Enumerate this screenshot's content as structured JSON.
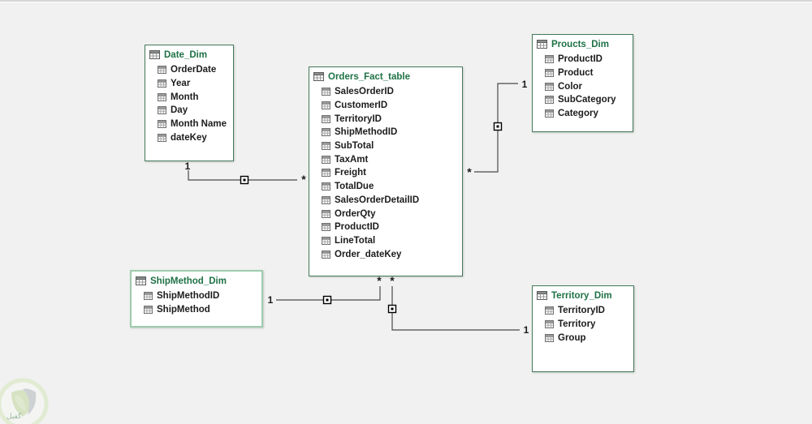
{
  "canvas": {
    "background_color": "#f0f1f0",
    "watermark_text": "كفيل"
  },
  "colors": {
    "entity_title_green": "#1e7145",
    "entity_border": "#44795c",
    "entity_border_selected": "#9fcbae",
    "connector_line": "#4a4a4a",
    "field_text": "#1c1c1c"
  },
  "entities": [
    {
      "title": "Date_Dim",
      "fields": [
        "OrderDate",
        "Year",
        "Month",
        "Day",
        "Month Name",
        "dateKey"
      ]
    },
    {
      "title": "Orders_Fact_table",
      "fields": [
        "SalesOrderID",
        "CustomerID",
        "TerritoryID",
        "ShipMethodID",
        "SubTotal",
        "TaxAmt",
        "Freight",
        "TotalDue",
        "SalesOrderDetailID",
        "OrderQty",
        "ProductID",
        "LineTotal",
        "Order_dateKey"
      ]
    },
    {
      "title": "Proucts_Dim",
      "fields": [
        "ProductID",
        "Product",
        "Color",
        "SubCategory",
        "Category"
      ]
    },
    {
      "title": "ShipMethod_Dim",
      "fields": [
        "ShipMethodID",
        "ShipMethod"
      ]
    },
    {
      "title": "Territory_Dim",
      "fields": [
        "TerritoryID",
        "Territory",
        "Group"
      ]
    }
  ],
  "connections": [
    {
      "name": "date-to-orders",
      "one_label": "1",
      "many_label": "*"
    },
    {
      "name": "orders-to-products",
      "one_label": "1",
      "many_label": "*"
    },
    {
      "name": "shipmethod-to-orders",
      "one_label": "1",
      "many_label": "*"
    },
    {
      "name": "orders-to-territory",
      "one_label": "1",
      "many_label": "*"
    }
  ]
}
